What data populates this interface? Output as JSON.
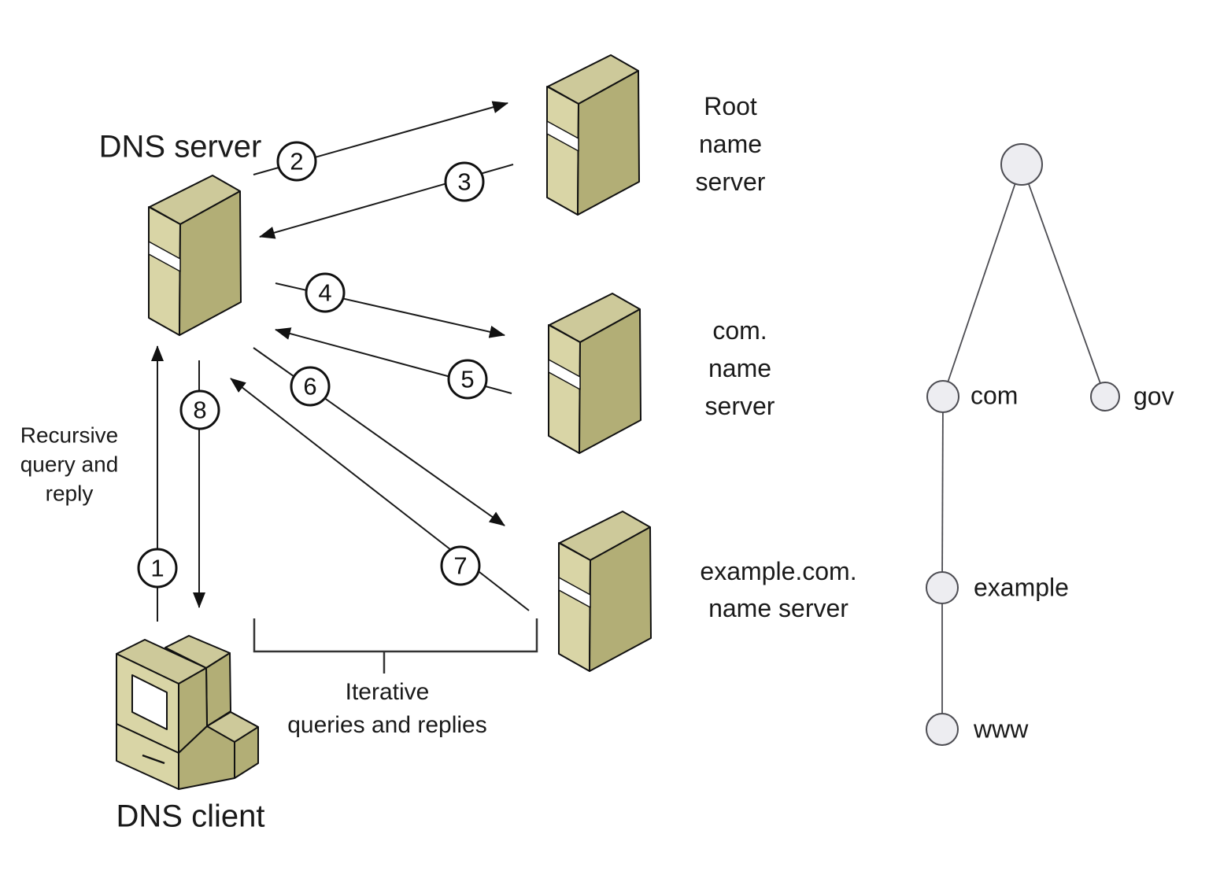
{
  "labels": {
    "dns_server": "DNS server",
    "dns_client": "DNS client",
    "recursive_note": [
      "Recursive",
      "query and",
      "reply"
    ],
    "iterative_note": [
      "Iterative",
      "queries and replies"
    ],
    "root_ns": [
      "Root",
      "name",
      "server"
    ],
    "com_ns": [
      "com.",
      "name",
      "server"
    ],
    "example_ns": [
      "example.com.",
      "name server"
    ]
  },
  "steps": [
    "1",
    "2",
    "3",
    "4",
    "5",
    "6",
    "7",
    "8"
  ],
  "tree": {
    "nodes": [
      {
        "id": "root",
        "label": ""
      },
      {
        "id": "com",
        "label": "com"
      },
      {
        "id": "gov",
        "label": "gov"
      },
      {
        "id": "example",
        "label": "example"
      },
      {
        "id": "www",
        "label": "www"
      }
    ]
  },
  "colors": {
    "tower_light": "#d9d5a6",
    "tower_top": "#cdc99a",
    "tower_dark": "#b2ae76",
    "screen": "#ffffff",
    "node_fill": "#ededf1",
    "line": "#1a1a1a"
  }
}
